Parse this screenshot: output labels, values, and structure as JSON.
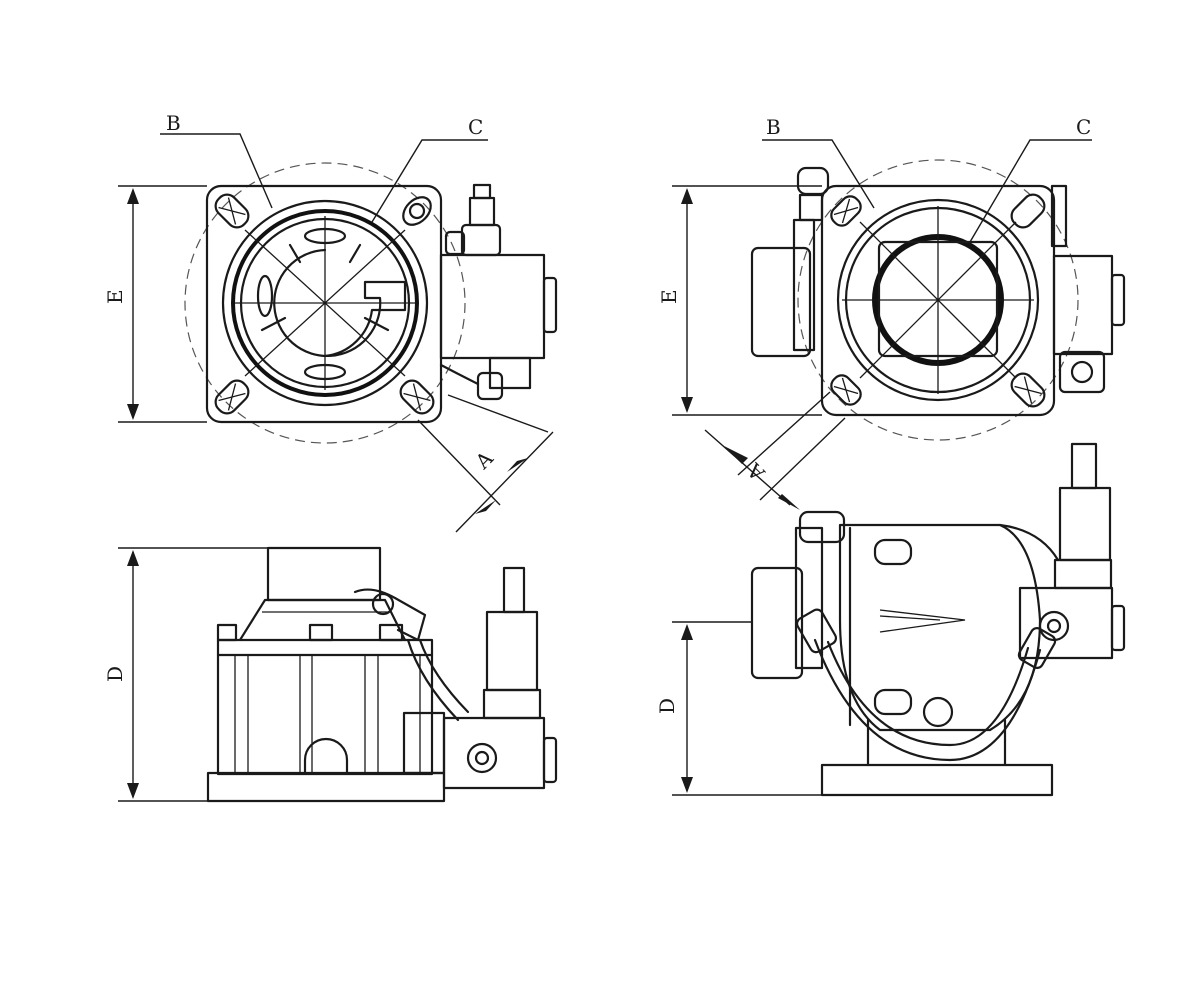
{
  "labels": {
    "top_left_b": "B",
    "top_left_c": "C",
    "top_left_e": "E",
    "top_left_a": "A",
    "top_right_b": "B",
    "top_right_c": "C",
    "top_right_e": "E",
    "top_right_a": "A",
    "bottom_left_d": "D",
    "bottom_right_d": "D"
  },
  "colors": {
    "line": "#1a1a1a",
    "background": "#ffffff"
  }
}
